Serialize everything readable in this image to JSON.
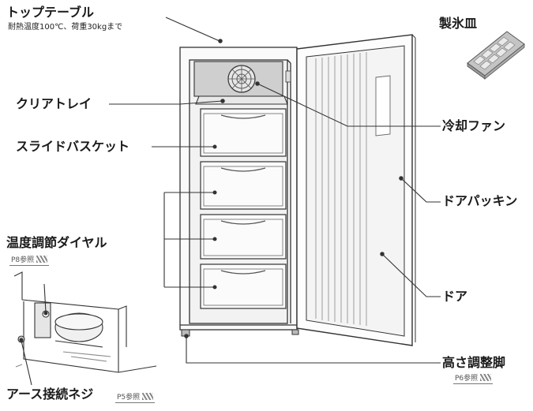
{
  "labels": {
    "top_table": "トップテーブル",
    "top_table_note": "耐熱温度100℃、荷重30kgまで",
    "ice_tray": "製氷皿",
    "clear_tray": "クリアトレイ",
    "cooling_fan": "冷却ファン",
    "slide_basket": "スライドバスケット",
    "door_gasket": "ドアパッキン",
    "temp_dial": "温度調節ダイヤル",
    "temp_dial_ref": "P8参照",
    "door": "ドア",
    "height_foot": "高さ調整脚",
    "height_foot_ref": "P6参照",
    "earth_screw": "アース接続ネジ",
    "earth_screw_ref": "P5参照"
  },
  "colors": {
    "line": "#333333",
    "panel": "#f4f4f4",
    "fan_box": "#cfcfcf",
    "ice_tray": "#bdbdbd"
  }
}
